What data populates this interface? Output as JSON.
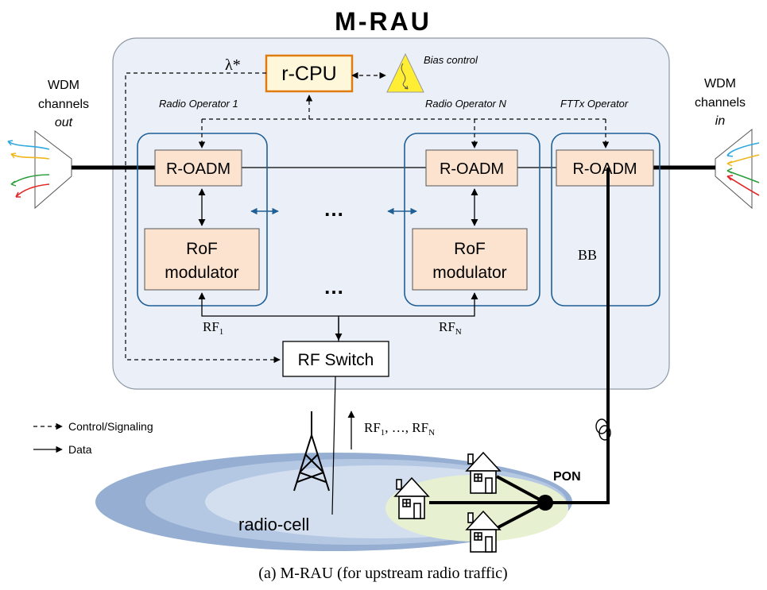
{
  "title": "M-RAU",
  "caption": "(a) M-RAU (for upstream radio traffic)",
  "lambda": "λ*",
  "rcpu": "r-CPU",
  "bias_control": "Bias control",
  "radio_operator_1": "Radio Operator 1",
  "radio_operator_n": "Radio Operator N",
  "fttx_operator": "FTTx Operator",
  "wdm_out": {
    "line1": "WDM",
    "line2": "channels",
    "line3": "out"
  },
  "wdm_in": {
    "line1": "WDM",
    "line2": "channels",
    "line3": "in"
  },
  "roadm": "R-OADM",
  "rof": {
    "line1": "RoF",
    "line2": "modulator"
  },
  "ellipsis": "…",
  "bb": "BB",
  "rf1": {
    "base": "RF",
    "sub": "1"
  },
  "rfn": {
    "base": "RF",
    "sub": "N"
  },
  "rf_switch": "RF Switch",
  "rf_list": {
    "a": "RF",
    "a_sub": "1",
    "mid": ", …, RF",
    "b_sub": "N"
  },
  "legend": {
    "control": "Control/Signaling",
    "data": "Data"
  },
  "radio_cell": "radio-cell",
  "pon": "PON",
  "colors": {
    "panel_fill": "#ebf0f8",
    "panel_stroke": "#8e98a6",
    "module_stroke": "#1f5f96",
    "block_fill": "#fbe3cf",
    "rcpu_fill": "#fff7d9",
    "rcpu_stroke": "#e07b10",
    "bias_fill": "#ffee33",
    "arrow_blue": "#1f5f96"
  }
}
